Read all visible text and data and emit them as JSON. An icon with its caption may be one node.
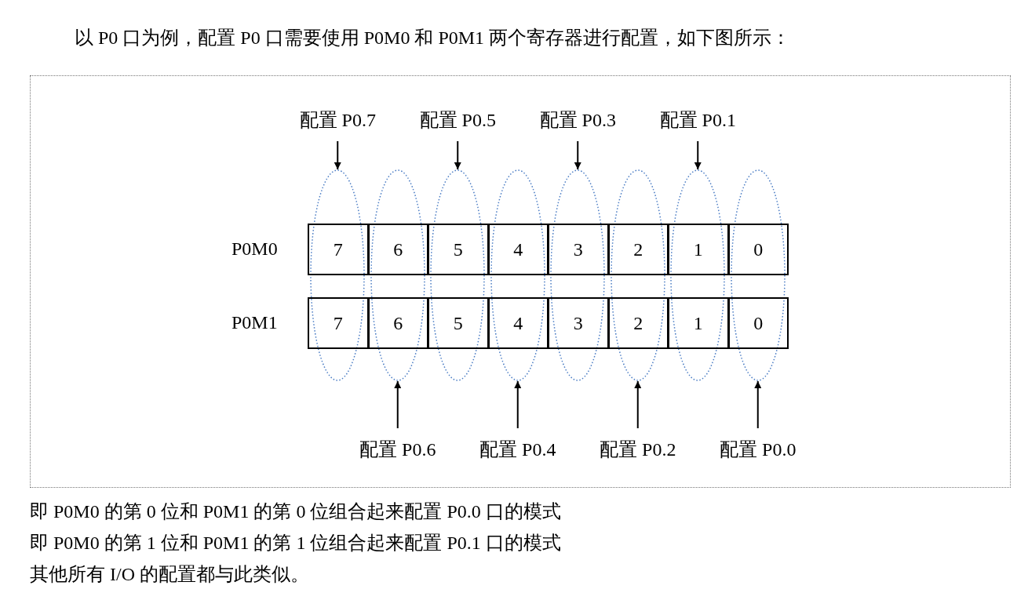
{
  "diagram": {
    "nodes": [
      {
        "text": [
          "配置 P0.7"
        ]
      },
      {
        "text": [
          "配置 P0.5"
        ]
      },
      {
        "text": [
          "配置 P0.3"
        ]
      },
      {
        "text": [
          "配置 P0.1"
        ]
      },
      {
        "text": [],
        "shape": "ellipse"
      },
      {
        "text": [],
        "shape": "ellipse"
      },
      {
        "text": [],
        "shape": "ellipse"
      },
      {
        "text": [],
        "shape": "ellipse"
      },
      {
        "text": [],
        "shape": "ellipse"
      },
      {
        "text": [],
        "shape": "ellipse"
      },
      {
        "text": [],
        "shape": "ellipse"
      },
      {
        "text": [],
        "shape": "ellipse"
      },
      {
        "text": [
          "7"
        ]
      },
      {
        "text": [
          "6"
        ]
      },
      {
        "text": [
          "5"
        ]
      },
      {
        "text": [
          "4"
        ]
      },
      {
        "text": [
          "3"
        ]
      },
      {
        "text": [
          "2"
        ]
      },
      {
        "text": [
          "1"
        ]
      },
      {
        "text": [
          "0"
        ]
      },
      {
        "text": [
          "7"
        ]
      },
      {
        "text": [
          "6"
        ]
      },
      {
        "text": [
          "5"
        ]
      },
      {
        "text": [
          "4"
        ]
      },
      {
        "text": [
          "3"
        ]
      },
      {
        "text": [
          "2"
        ]
      },
      {
        "text": [
          "1"
        ]
      },
      {
        "text": [
          "0"
        ]
      },
      {
        "text": [
          "配置 P0.6"
        ]
      },
      {
        "text": [
          "配置 P0.4"
        ]
      },
      {
        "text": [
          "配置 P0.2"
        ]
      },
      {
        "text": [
          "配置 P0.0"
        ]
      }
    ],
    "edges": [
      {
        "from": 0,
        "to": 4,
        "arrow": "to"
      },
      {
        "from": 1,
        "to": 6,
        "arrow": "to"
      },
      {
        "from": 2,
        "to": 8,
        "arrow": "to"
      },
      {
        "from": 3,
        "to": 10,
        "arrow": "to"
      },
      {
        "from": 28,
        "to": 5,
        "arrow": "to"
      },
      {
        "from": 29,
        "to": 7,
        "arrow": "to"
      },
      {
        "from": 30,
        "to": 9,
        "arrow": "to"
      },
      {
        "from": 31,
        "to": 11,
        "arrow": "to"
      }
    ],
    "labels": [
      "以 P0 口为例，配置 P0 口需要使用 P0M0 和 P0M1 两个寄存器进行配置，如下图所示：",
      "P0M0",
      "P0M1",
      "即 P0M0 的第 0 位和 P0M1 的第 0 位组合起来配置 P0.0 口的模式",
      "即 P0M0 的第 1 位和 P0M1 的第 1 位组合起来配置 P0.1 口的模式",
      "其他所有 I/O 的配置都与此类似。"
    ]
  }
}
